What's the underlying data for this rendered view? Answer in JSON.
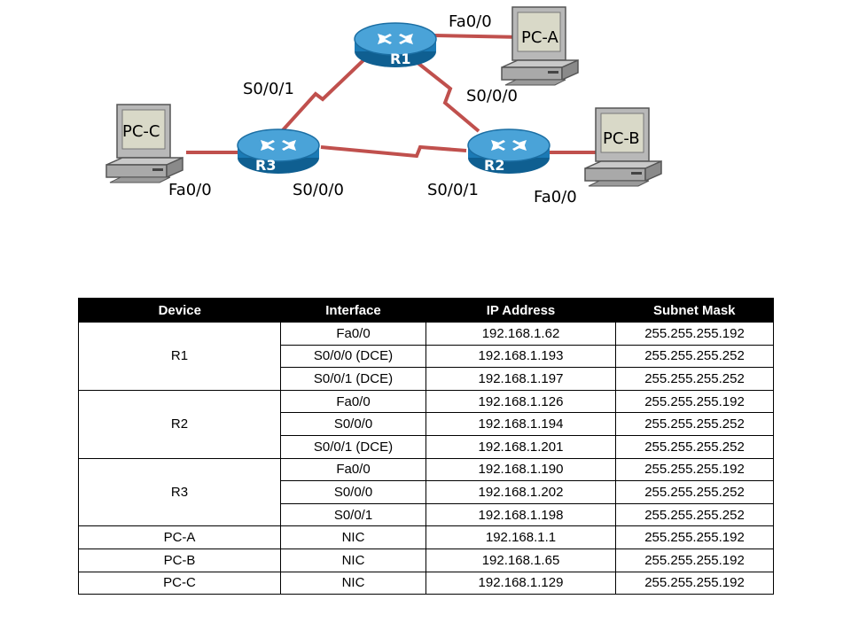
{
  "topology": {
    "routers": [
      {
        "id": "r1",
        "label": "R1"
      },
      {
        "id": "r2",
        "label": "R2"
      },
      {
        "id": "r3",
        "label": "R3"
      }
    ],
    "pcs": [
      {
        "id": "pca",
        "label": "PC-A"
      },
      {
        "id": "pcb",
        "label": "PC-B"
      },
      {
        "id": "pcc",
        "label": "PC-C"
      }
    ],
    "interfaces": {
      "r1_fa": "Fa0/0",
      "r1_s000": "S0/0/0",
      "r1_s001": "S0/0/1",
      "r2_s001": "S0/0/1",
      "r2_fa": "Fa0/0",
      "r3_s000": "S0/0/0",
      "r3_fa": "Fa0/0"
    },
    "colors": {
      "serial_link": "#c0504d",
      "ethernet_link": "#c0504d",
      "router_body": "#1b7ab5",
      "router_top": "#4aa3d8"
    }
  },
  "table": {
    "headers": [
      "Device",
      "Interface",
      "IP Address",
      "Subnet Mask"
    ],
    "groups": [
      {
        "device": "R1",
        "rows": [
          [
            "Fa0/0",
            "192.168.1.62",
            "255.255.255.192"
          ],
          [
            "S0/0/0 (DCE)",
            "192.168.1.193",
            "255.255.255.252"
          ],
          [
            "S0/0/1 (DCE)",
            "192.168.1.197",
            "255.255.255.252"
          ]
        ]
      },
      {
        "device": "R2",
        "rows": [
          [
            "Fa0/0",
            "192.168.1.126",
            "255.255.255.192"
          ],
          [
            "S0/0/0",
            "192.168.1.194",
            "255.255.255.252"
          ],
          [
            "S0/0/1 (DCE)",
            "192.168.1.201",
            "255.255.255.252"
          ]
        ]
      },
      {
        "device": "R3",
        "rows": [
          [
            "Fa0/0",
            "192.168.1.190",
            "255.255.255.192"
          ],
          [
            "S0/0/0",
            "192.168.1.202",
            "255.255.255.252"
          ],
          [
            "S0/0/1",
            "192.168.1.198",
            "255.255.255.252"
          ]
        ]
      },
      {
        "device": "PC-A",
        "rows": [
          [
            "NIC",
            "192.168.1.1",
            "255.255.255.192"
          ]
        ]
      },
      {
        "device": "PC-B",
        "rows": [
          [
            "NIC",
            "192.168.1.65",
            "255.255.255.192"
          ]
        ]
      },
      {
        "device": "PC-C",
        "rows": [
          [
            "NIC",
            "192.168.1.129",
            "255.255.255.192"
          ]
        ]
      }
    ]
  }
}
